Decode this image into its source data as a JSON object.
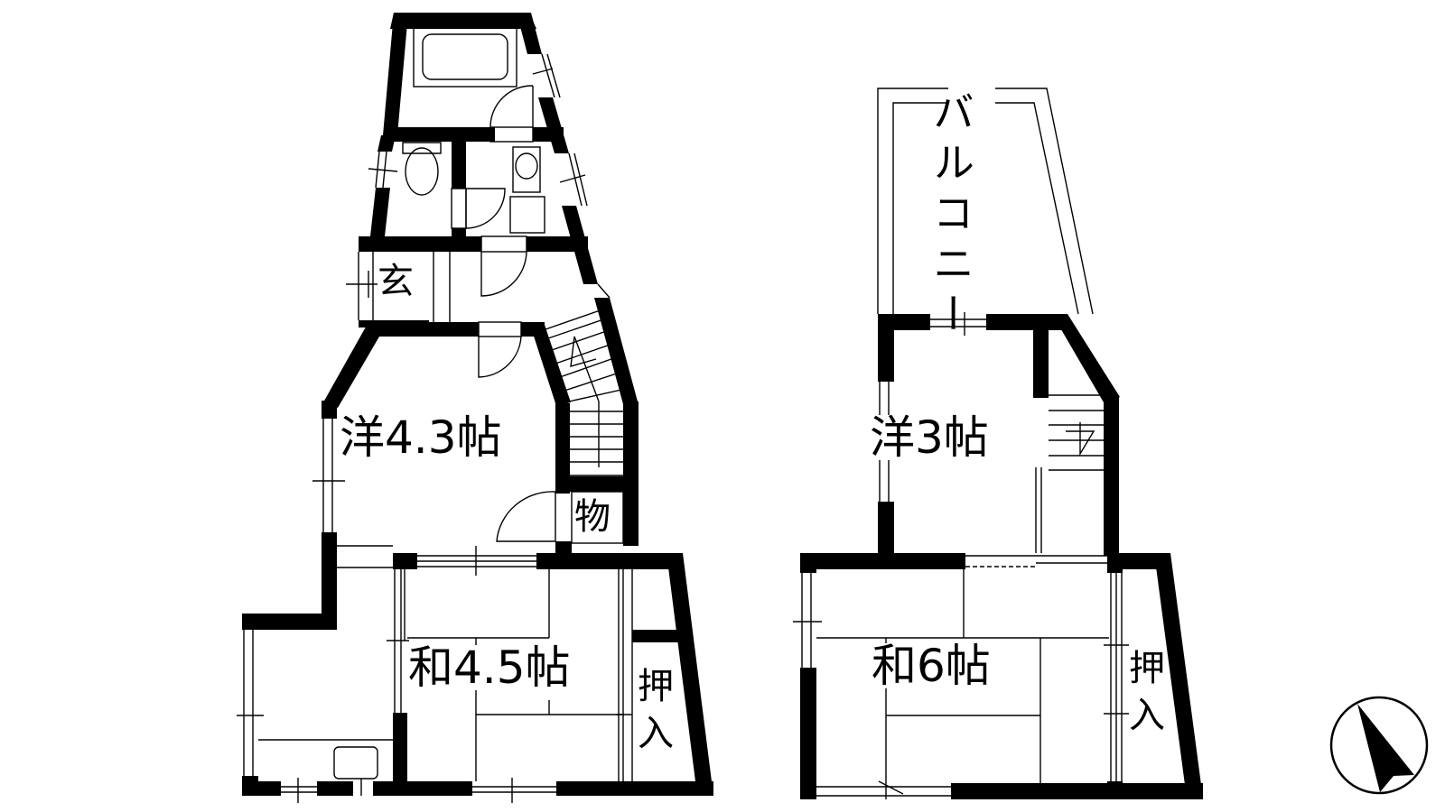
{
  "floor_plan": {
    "floor1": {
      "rooms": [
        {
          "id": "western-room",
          "label": "洋4.3帖"
        },
        {
          "id": "japanese-room",
          "label": "和4.5帖"
        },
        {
          "id": "entrance",
          "label": "玄"
        },
        {
          "id": "storage",
          "label": "物"
        },
        {
          "id": "closet",
          "label": "押入"
        }
      ]
    },
    "floor2": {
      "rooms": [
        {
          "id": "balcony",
          "label": "バルコニー"
        },
        {
          "id": "western-room",
          "label": "洋3帖"
        },
        {
          "id": "japanese-room",
          "label": "和6帖"
        },
        {
          "id": "closet",
          "label": "押入"
        }
      ]
    },
    "compass": {
      "icon": "north-arrow-icon"
    },
    "colors": {
      "wall": "#000000",
      "background": "#ffffff"
    }
  }
}
